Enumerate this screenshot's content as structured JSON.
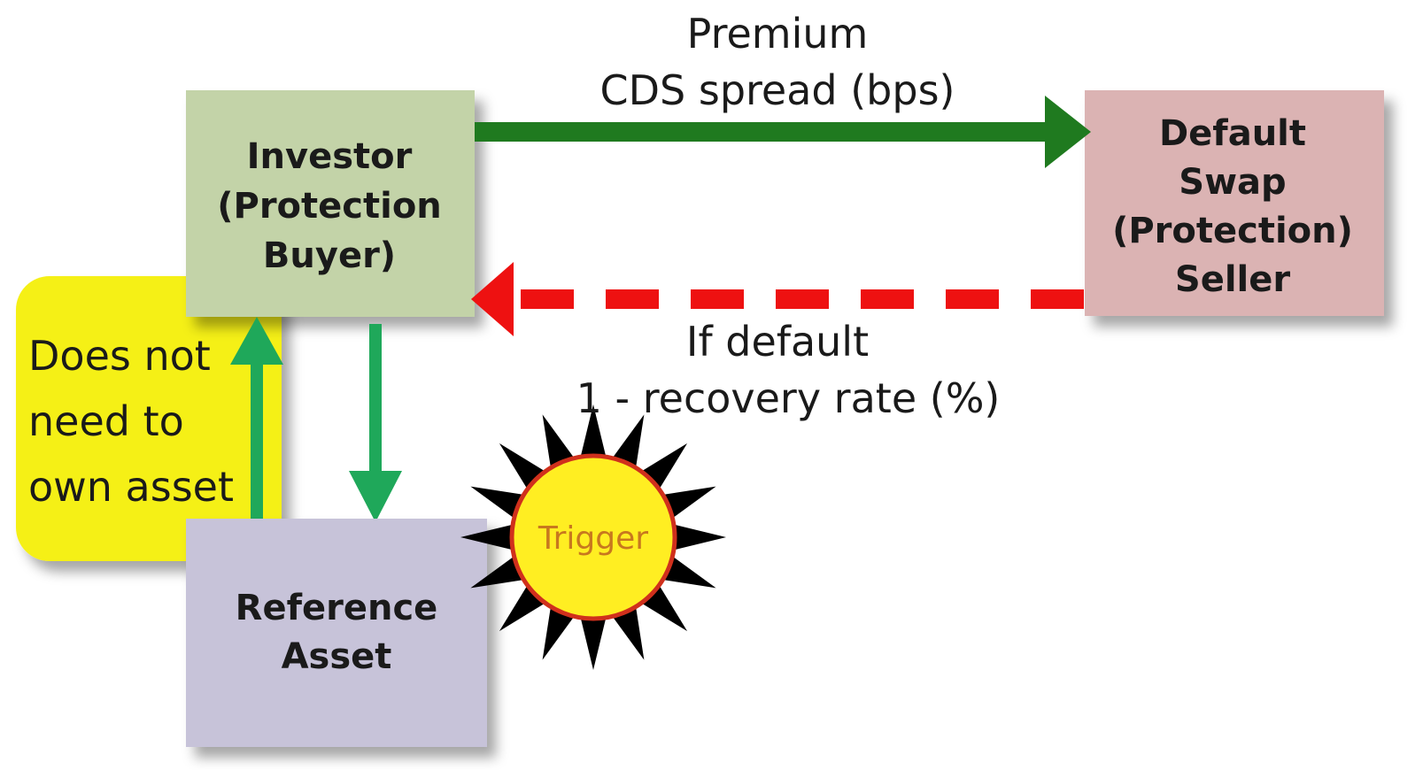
{
  "premium_flow": {
    "line1": "Premium",
    "line2": "CDS spread (bps)",
    "color": "#1f7a1f"
  },
  "default_flow": {
    "line1": "If default",
    "line2": "1 - recovery rate (%)",
    "color": "#ee1111"
  },
  "investor": {
    "line1": "Investor",
    "line2": "(Protection",
    "line3": "Buyer)",
    "color": "#c3d3a8"
  },
  "seller": {
    "line1": "Default",
    "line2": "Swap",
    "line3": "(Protection)",
    "line4": "Seller",
    "color": "#dbb3b3"
  },
  "note": {
    "line1": "Does not",
    "line2": "need to",
    "line3": "own asset",
    "color": "#f5f018"
  },
  "reference_asset": {
    "line1": "Reference",
    "line2": "Asset",
    "color": "#c7c3d9"
  },
  "trigger": {
    "label": "Trigger",
    "color": "#ffee22"
  },
  "link_color": "#1fa85a"
}
